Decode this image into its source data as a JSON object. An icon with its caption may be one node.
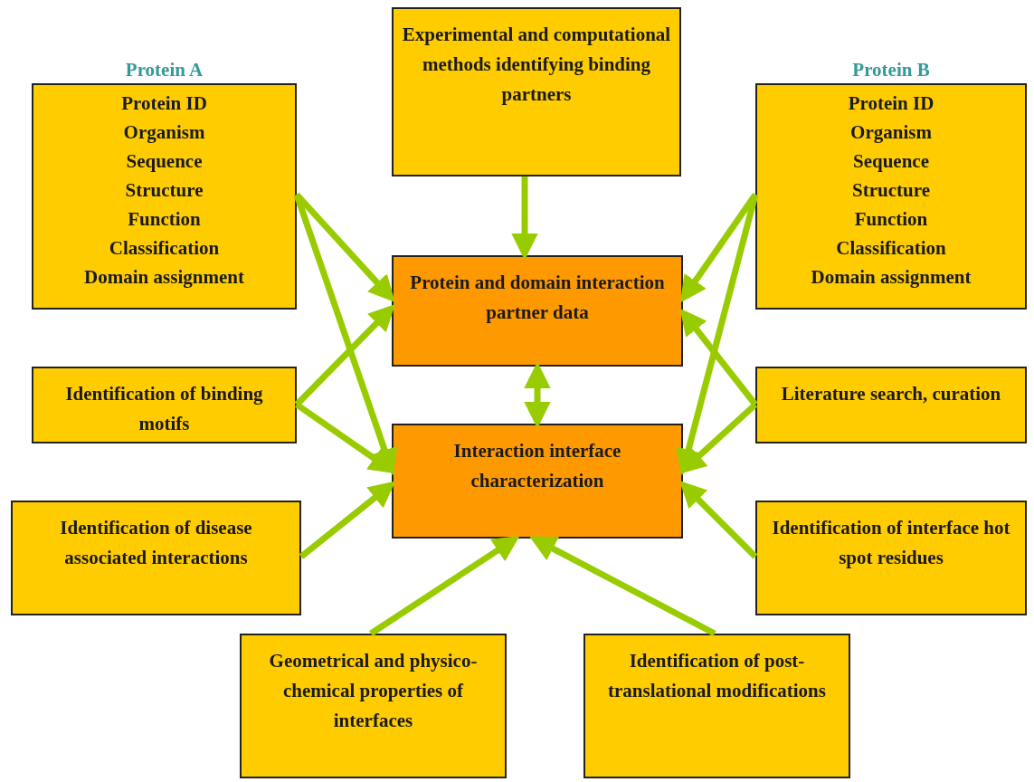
{
  "diagram": {
    "nodes": [
      {
        "text": [
          "Protein A",
          "Protein ID",
          "Organism",
          "Sequence",
          "Structure",
          "Function",
          "Classification",
          "Domain assignment"
        ]
      },
      {
        "text": [
          "Experimental and computational methods identifying binding partners"
        ]
      },
      {
        "text": [
          "Protein B",
          "Protein ID",
          "Organism",
          "Sequence",
          "Structure",
          "Function",
          "Classification",
          "Domain assignment"
        ]
      },
      {
        "text": [
          "Protein and domain interaction partner data"
        ]
      },
      {
        "text": [
          "Identification of binding motifs"
        ]
      },
      {
        "text": [
          "Literature search, curation"
        ]
      },
      {
        "text": [
          "Interaction interface characterization"
        ]
      },
      {
        "text": [
          "Identification of disease associated interactions"
        ]
      },
      {
        "text": [
          "Identification of interface hot spot residues"
        ]
      },
      {
        "text": [
          "Geometrical and physico-chemical properties of interfaces"
        ]
      },
      {
        "text": [
          "Identification of post-translational modifications"
        ]
      }
    ],
    "edges": [
      {
        "from": 0,
        "to": 3,
        "arrow": "to"
      },
      {
        "from": 0,
        "to": 6,
        "arrow": "to"
      },
      {
        "from": 1,
        "to": 3,
        "arrow": "to"
      },
      {
        "from": 2,
        "to": 3,
        "arrow": "to"
      },
      {
        "from": 2,
        "to": 6,
        "arrow": "to"
      },
      {
        "from": 4,
        "to": 3,
        "arrow": "to"
      },
      {
        "from": 4,
        "to": 6,
        "arrow": "to"
      },
      {
        "from": 5,
        "to": 3,
        "arrow": "to"
      },
      {
        "from": 5,
        "to": 6,
        "arrow": "to"
      },
      {
        "from": 3,
        "to": 6,
        "arrow": "both"
      },
      {
        "from": 7,
        "to": 6,
        "arrow": "to"
      },
      {
        "from": 8,
        "to": 6,
        "arrow": "to"
      },
      {
        "from": 9,
        "to": 6,
        "arrow": "to"
      },
      {
        "from": 10,
        "to": 6,
        "arrow": "to"
      }
    ]
  }
}
